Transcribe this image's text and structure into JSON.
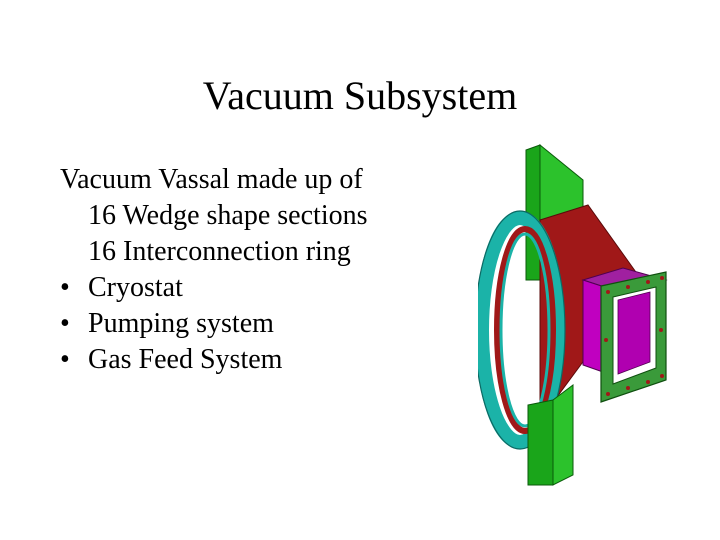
{
  "slide": {
    "title": "Vacuum Subsystem",
    "intro": "Vacuum Vassal made up of",
    "sub_items": [
      "16 Wedge shape sections",
      "16 Interconnection ring"
    ],
    "bullets": [
      "Cryostat",
      "Pumping system",
      "Gas Feed System"
    ],
    "bullet_glyph": "•"
  },
  "figure": {
    "description_colors": {
      "post": "#1aa51a",
      "ring": "#1bb3a8",
      "wedge": "#a01818",
      "flange": "#3a9a3a",
      "port": "#c000c0"
    }
  }
}
